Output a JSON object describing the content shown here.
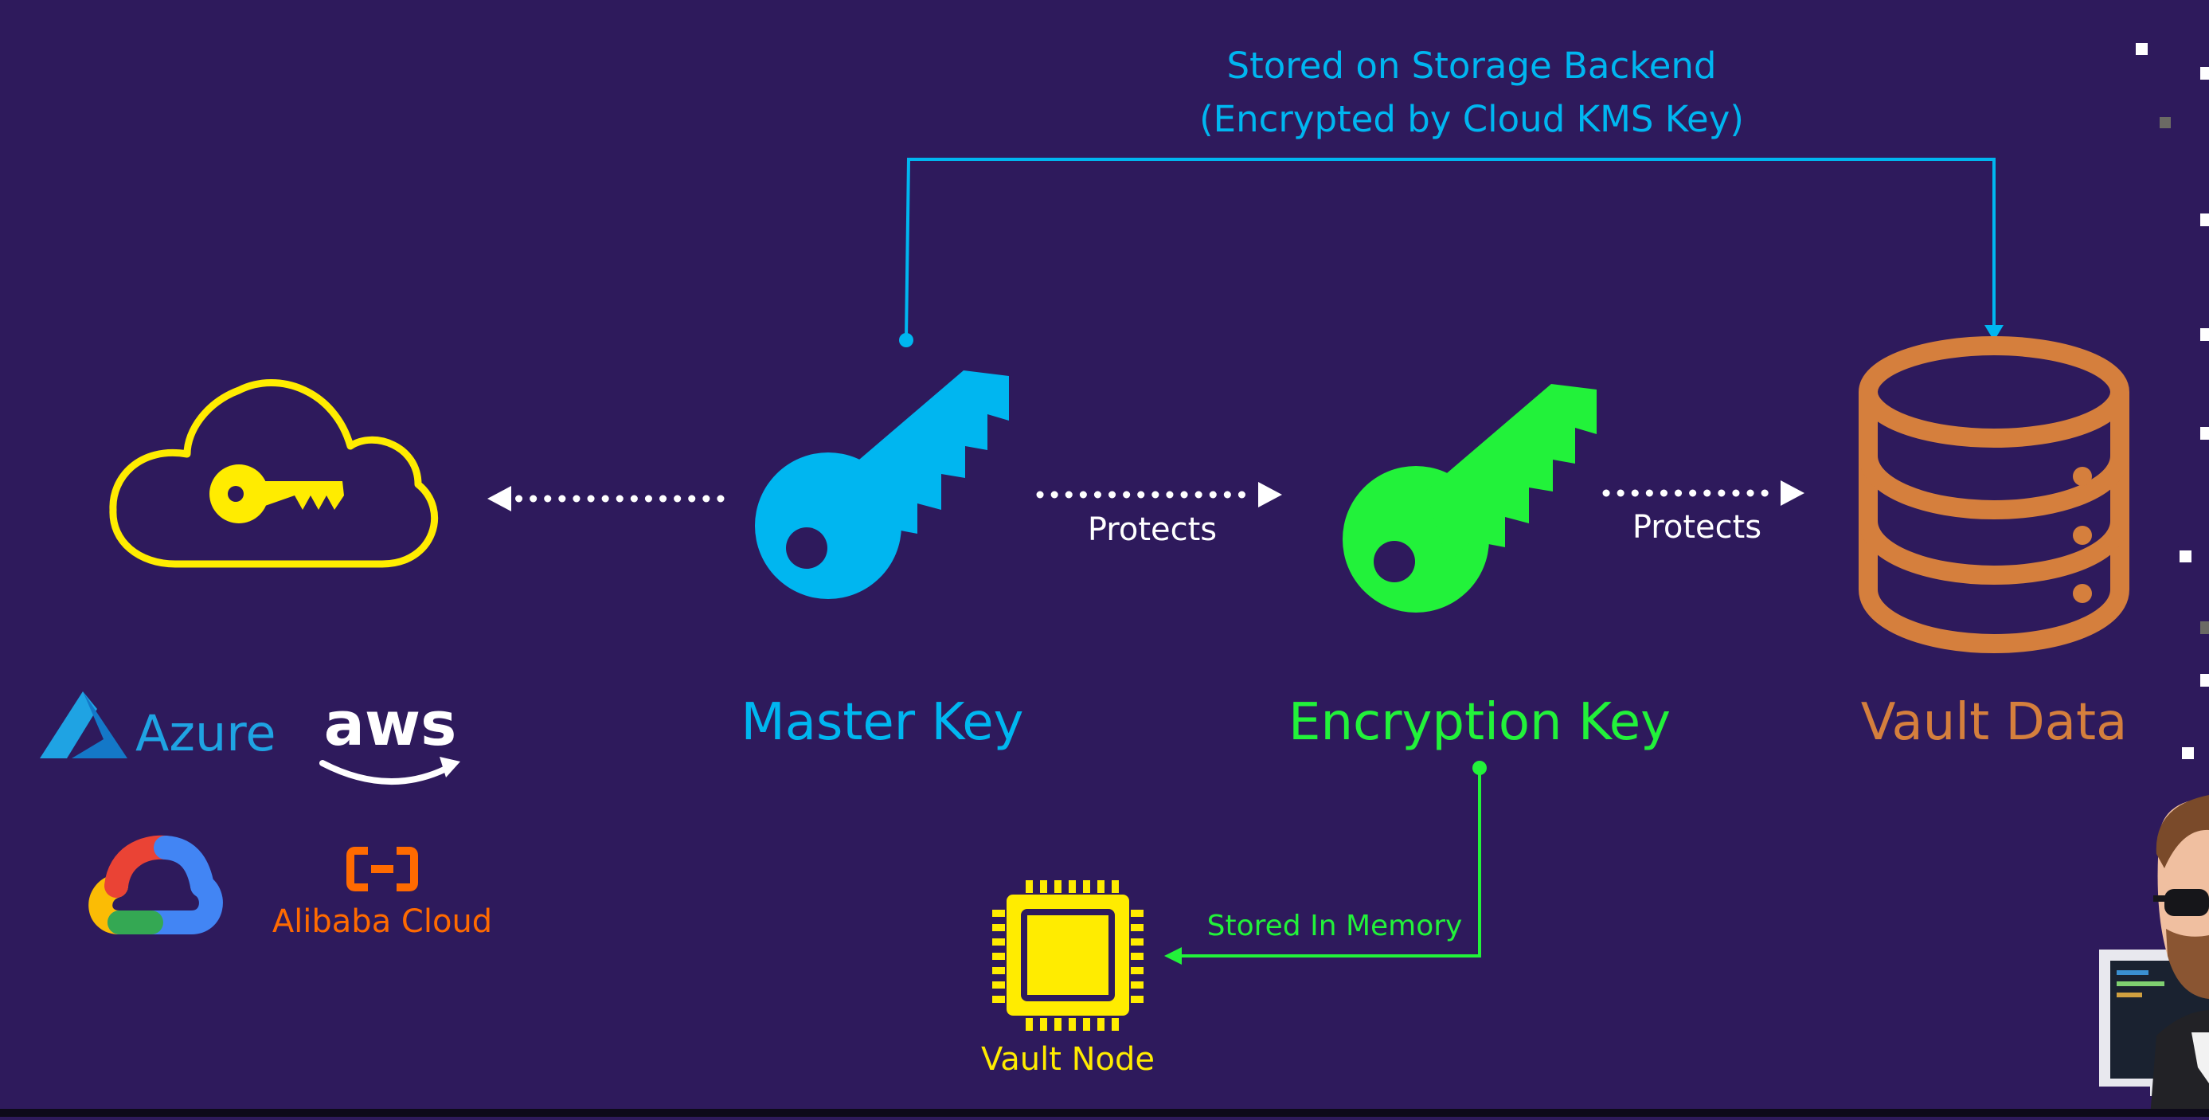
{
  "colors": {
    "background": "#2e1a5c",
    "master": "#00b6f0",
    "encryption": "#22f23a",
    "vault_data": "#d57f3d",
    "cloud_kms": "#ffec00",
    "node": "#ffec00",
    "dots": "#ffffff",
    "azure": "#1fa3e3",
    "aws_arrow": "#ff9900",
    "alibaba": "#ff6a00"
  },
  "labels": {
    "top_line1": "Stored on Storage Backend",
    "top_line2": "(Encrypted by Cloud KMS Key)",
    "master_key": "Master Key",
    "encryption_key": "Encryption Key",
    "vault_data": "Vault Data",
    "protects_1": "Protects",
    "protects_2": "Protects",
    "stored_in_memory": "Stored In Memory",
    "vault_node": "Vault Node"
  },
  "providers": {
    "azure": "Azure",
    "aws": "aws",
    "alibaba": "Alibaba Cloud"
  },
  "icons": [
    "cloud-key-icon",
    "master-key-icon",
    "encryption-key-icon",
    "database-icon",
    "chip-icon",
    "azure-logo-icon",
    "aws-logo-icon",
    "google-cloud-logo-icon",
    "alibaba-cloud-logo-icon",
    "presenter-avatar-icon"
  ]
}
